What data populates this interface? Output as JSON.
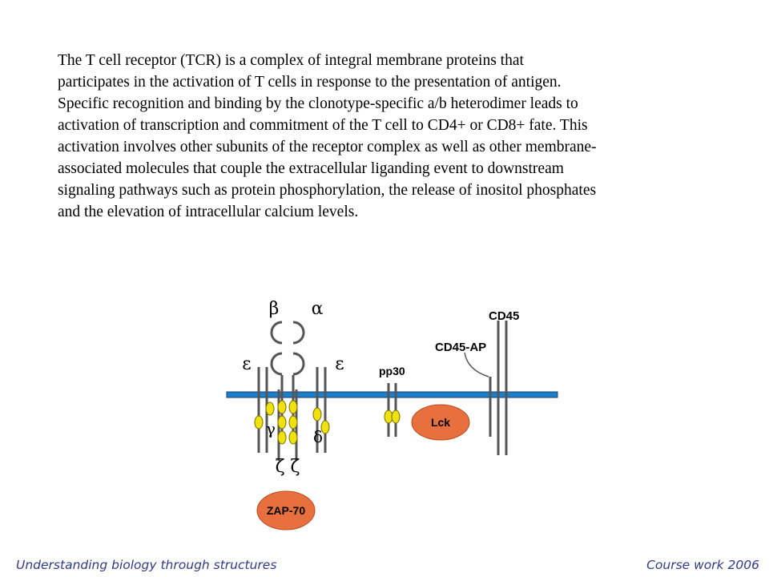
{
  "description": [
    "The T cell receptor (TCR) is a complex of integral membrane proteins that",
    "participates in the activation of T cells in response to the presentation of antigen.",
    "Specific recognition and binding by the clonotype-specific a/b heterodimer  leads to",
    "activation of transcription and commitment of the T cell to CD4+ or CD8+ fate.  This",
    "activation involves other subunits of the receptor complex as well as other membrane-",
    "associated molecules that couple the extracellular liganding event to downstream",
    "signaling pathways such as protein phosphorylation, the release of inositol phosphates",
    "and the elevation of intracellular calcium levels."
  ],
  "diagram": {
    "beta": "β",
    "alpha": "α",
    "epsilon_left": "ε",
    "epsilon_right": "ε",
    "gamma": "γ",
    "delta": "δ",
    "zeta": "ζ ζ",
    "pp30": "pp30",
    "cd45": "CD45",
    "cd45_ap": "CD45-AP",
    "lck": "Lck",
    "zap70": "ZAP-70"
  },
  "colors": {
    "membrane": "#1e7fc9",
    "membrane_edge": "#143f73",
    "chain": "#555555",
    "ellipse_fill": "#f0e20f",
    "ellipse_stroke": "#7a7000",
    "enzyme_fill": "#e8703e",
    "enzyme_stroke": "#b84c1e",
    "footer_text": "#2e3a8c"
  },
  "footer": {
    "left": "Understanding biology through structures",
    "right": "Course work 2006"
  }
}
